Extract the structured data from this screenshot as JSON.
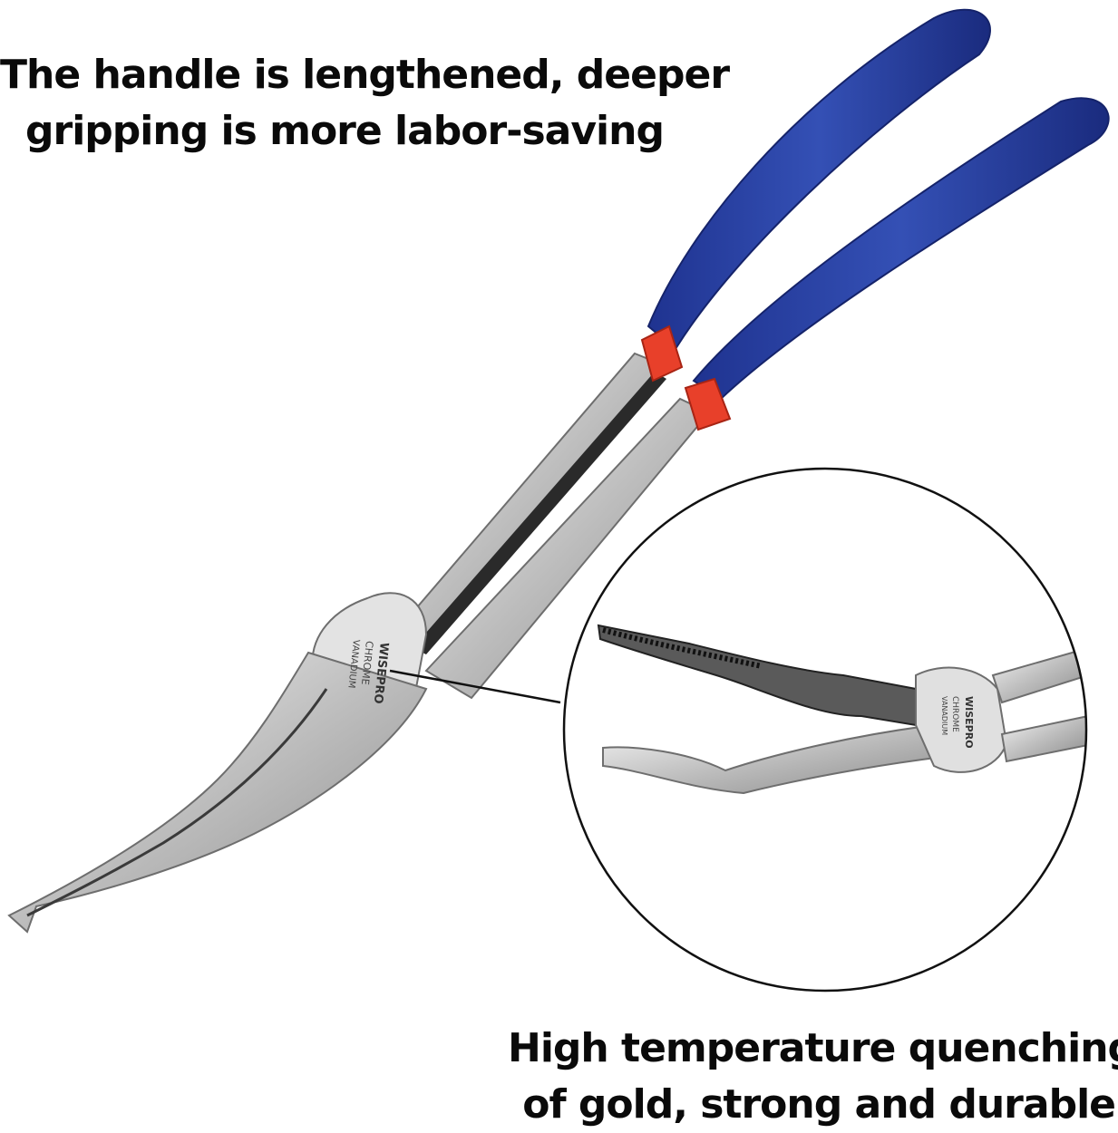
{
  "captions": {
    "top": {
      "line1": "The handle is lengthened, deeper",
      "line2": "gripping is more labor-saving"
    },
    "bottom": {
      "line1": "High temperature quenching",
      "line2": "of gold, strong and durable"
    }
  },
  "product": {
    "brand_mark": "WISEPRO",
    "stamp_line1": "CHROME",
    "stamp_line2": "VANADIUM"
  },
  "colors": {
    "background": "#ffffff",
    "handle_blue": "#2a3f9e",
    "collar_red": "#e8402a",
    "chrome": "#d9d9d9",
    "text": "#0a0a0a"
  }
}
